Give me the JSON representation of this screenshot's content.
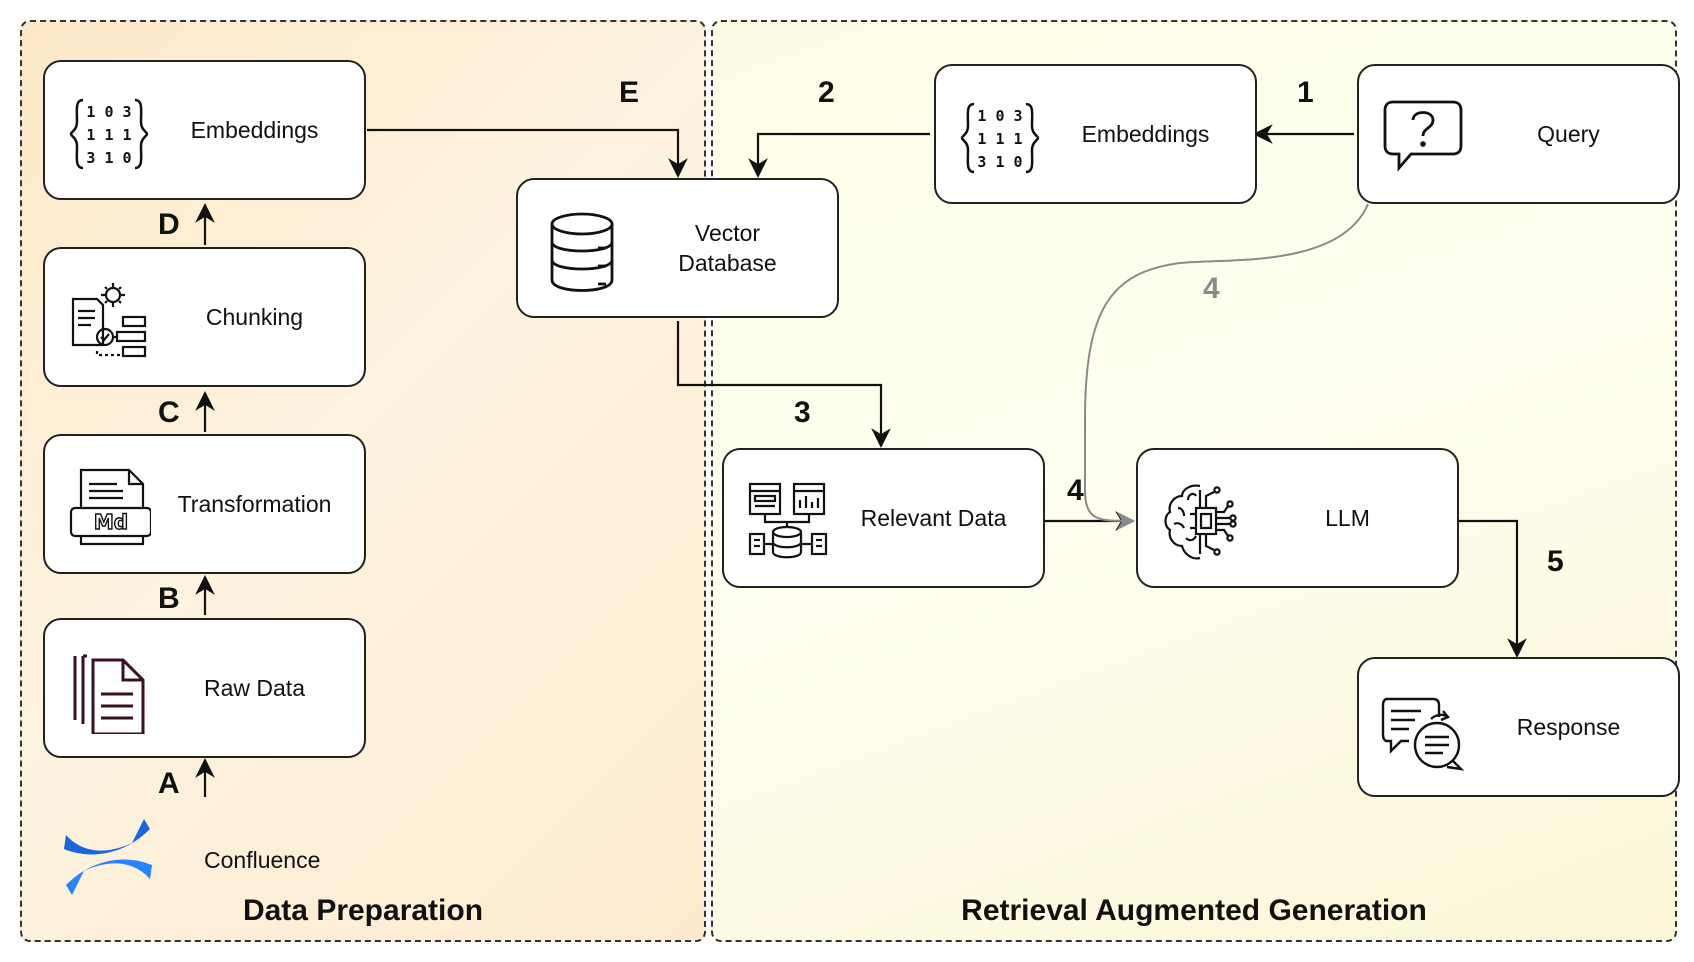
{
  "panels": {
    "data_preparation": "Data Preparation",
    "rag": "Retrieval Augmented Generation"
  },
  "nodes": {
    "prep_embeddings": "Embeddings",
    "chunking": "Chunking",
    "transformation": "Transformation",
    "raw_data": "Raw Data",
    "confluence": "Confluence",
    "vector_db_line1": "Vector",
    "vector_db_line2": "Database",
    "rag_embeddings": "Embeddings",
    "query": "Query",
    "relevant_data": "Relevant Data",
    "llm": "LLM",
    "response": "Response"
  },
  "icons": {
    "embeddings_glyph_rows": [
      "1 0 3",
      "1 1 1",
      "3 1 0"
    ],
    "markdown_badge": "Md",
    "confluence_colors": [
      "#1868db",
      "#2684ff"
    ]
  },
  "steps": {
    "a": "A",
    "b": "B",
    "c": "C",
    "d": "D",
    "e": "E",
    "s1": "1",
    "s2": "2",
    "s3": "3",
    "s4": "4",
    "s4_alt": "4",
    "s5": "5"
  }
}
